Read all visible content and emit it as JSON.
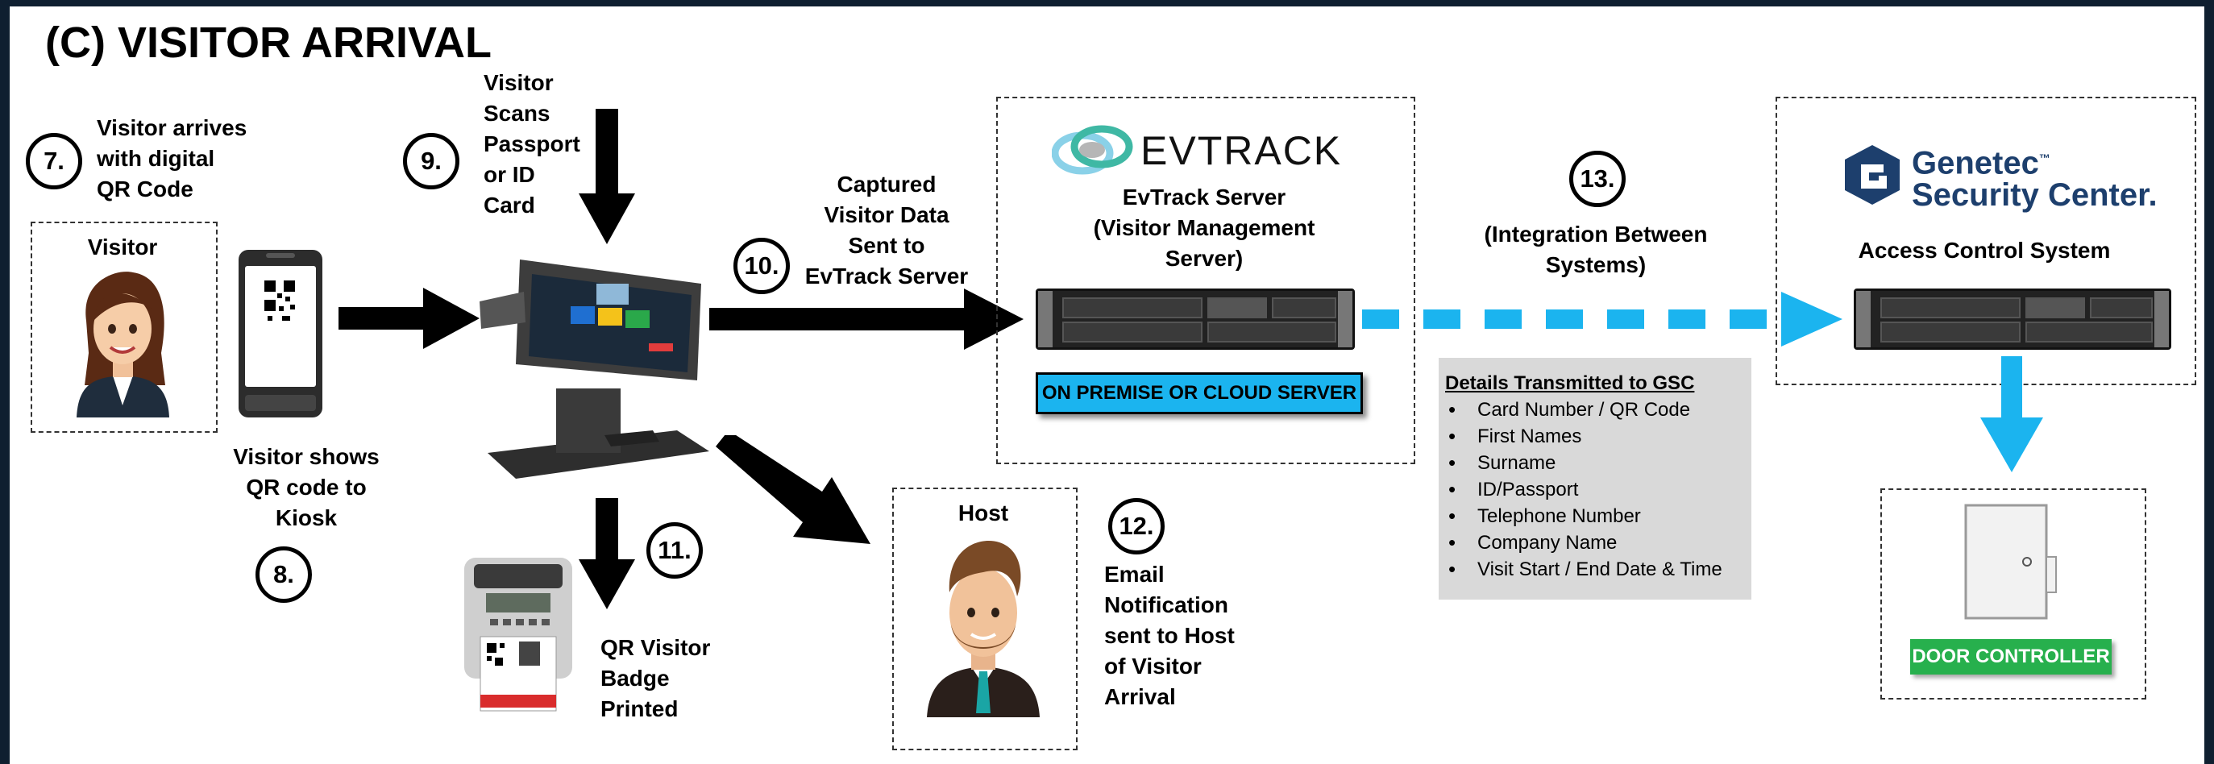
{
  "title": "(C) VISITOR ARRIVAL",
  "steps": {
    "s7": {
      "num": "7.",
      "lines": [
        "Visitor arrives",
        "with digital",
        "QR Code"
      ]
    },
    "s8": {
      "num": "8.",
      "lines": [
        "Visitor shows",
        "QR code to",
        "Kiosk"
      ]
    },
    "s9": {
      "num": "9.",
      "lines": [
        "Visitor",
        "Scans",
        "Passport",
        "or ID",
        "Card"
      ]
    },
    "s10": {
      "num": "10.",
      "lines": [
        "Captured",
        "Visitor Data",
        "Sent to",
        "EvTrack Server"
      ]
    },
    "s11": {
      "num": "11.",
      "lines": [
        "QR Visitor",
        "Badge",
        "Printed"
      ]
    },
    "s12": {
      "num": "12.",
      "lines": [
        "Email",
        "Notification",
        "sent to Host",
        "of Visitor",
        "Arrival"
      ]
    },
    "s13": {
      "num": "13.",
      "lines": [
        "(Integration Between",
        "Systems)"
      ]
    }
  },
  "visitor_box": {
    "label": "Visitor"
  },
  "host_box": {
    "label": "Host"
  },
  "evtrack": {
    "logo_text": "EVTRACK",
    "server_lines": [
      "EvTrack Server",
      "(Visitor Management",
      "Server)"
    ],
    "badge": "ON PREMISE OR CLOUD SERVER"
  },
  "genetec": {
    "logo_line1": "Genetec",
    "logo_line2": "Security Center.",
    "system_label": "Access Control System"
  },
  "details": {
    "heading": "Details Transmitted to GSC",
    "items": [
      "Card Number / QR Code",
      "First Names",
      "Surname",
      "ID/Passport",
      "Telephone Number",
      "Company Name",
      "Visit Start / End Date & Time"
    ]
  },
  "door": {
    "label": "DOOR CONTROLLER"
  },
  "colors": {
    "accent_blue": "#1bb4ef",
    "door_green": "#27b04d",
    "genetec_navy": "#1d3f6d",
    "evtrack_teal": "#3fb8a4"
  }
}
